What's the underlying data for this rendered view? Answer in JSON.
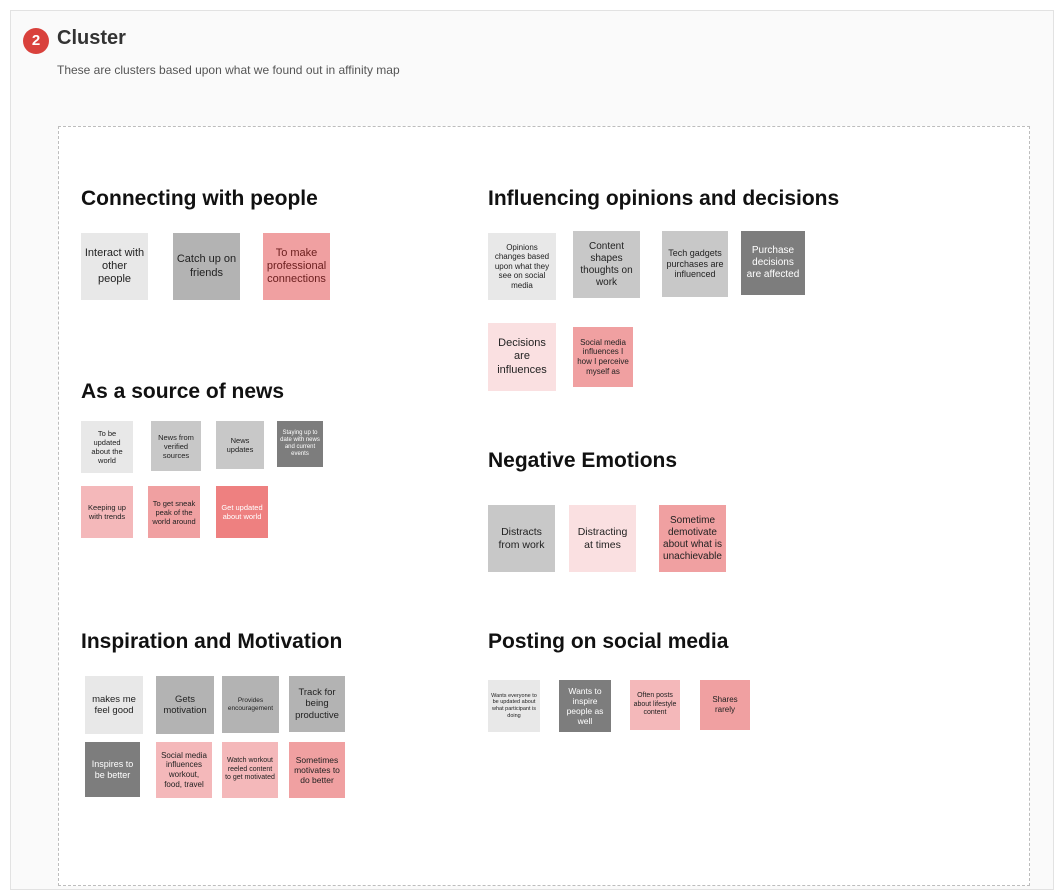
{
  "step": {
    "number": "2",
    "title": "Cluster",
    "subtitle": "These are clusters based upon what we found out in affinity map"
  },
  "clusters": {
    "connecting": {
      "title": "Connecting with people",
      "notes": [
        "Interact with other people",
        "Catch up on friends",
        "To make professional connections"
      ]
    },
    "news": {
      "title": "As a source of news",
      "notes": [
        "To be updated about the world",
        "News from verified sources",
        "News updates",
        "Staying up to date with news and current events",
        "Keeping up with trends",
        "To get sneak peak of the world around",
        "Get updated about world"
      ]
    },
    "inspiration": {
      "title": "Inspiration and Motivation",
      "notes": [
        "makes me feel good",
        "Gets motivation",
        "Provides encouragement",
        "Track for being productive",
        "Inspires to be better",
        "Social media influences workout, food, travel",
        "Watch workout reeled content to get motivated",
        "Sometimes motivates to do better"
      ]
    },
    "influencing": {
      "title": "Influencing opinions and decisions",
      "notes": [
        "Opinions changes based upon what they see on social media",
        "Content shapes thoughts on work",
        "Tech gadgets purchases are influenced",
        "Purchase decisions are affected",
        "Decisions are influences",
        "Social media influences I how I perceive myself as"
      ]
    },
    "negative": {
      "title": "Negative Emotions",
      "notes": [
        "Distracts from work",
        "Distracting at times",
        "Sometime demotivate about what is unachievable"
      ]
    },
    "posting": {
      "title": "Posting on social media",
      "notes": [
        "Wants everyone to be updated about what participant is doing",
        "Wants to inspire people as well",
        "Often posts about lifestyle content",
        "Shares rarely"
      ]
    }
  },
  "colors": {
    "badge": "#d9413c",
    "gray_light": "#e8e8e8",
    "gray_mid": "#b3b3b3",
    "gray_dark": "#7d7d7d",
    "pink_light": "#fae0e1",
    "pink_mid": "#f0a0a1",
    "pink_strong": "#ee8080"
  }
}
